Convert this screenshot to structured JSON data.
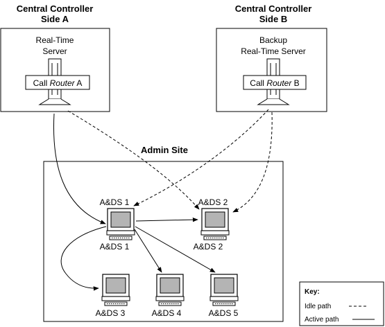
{
  "side_a": {
    "title_line1": "Central Controller",
    "title_line2": "Side A",
    "server_line1": "Real-Time",
    "server_line2": "Server",
    "router_prefix": "Call ",
    "router_italic": "Router",
    "router_suffix": " A"
  },
  "side_b": {
    "title_line1": "Central Controller",
    "title_line2": "Side B",
    "server_line1": "Backup",
    "server_line2": "Real-Time Server",
    "router_prefix": "Call ",
    "router_italic": "Router",
    "router_suffix": " B"
  },
  "admin_site": {
    "title": "Admin Site",
    "workstations": {
      "ads1_top": "A&DS  1",
      "ads1_bottom": "A&DS  1",
      "ads2_top": "A&DS  2",
      "ads2_bottom": "A&DS  2",
      "ads3": "A&DS  3",
      "ads4": "A&DS  4",
      "ads5": "A&DS  5"
    }
  },
  "key": {
    "title": "Key:",
    "idle": "Idle path",
    "active": "Active path"
  }
}
